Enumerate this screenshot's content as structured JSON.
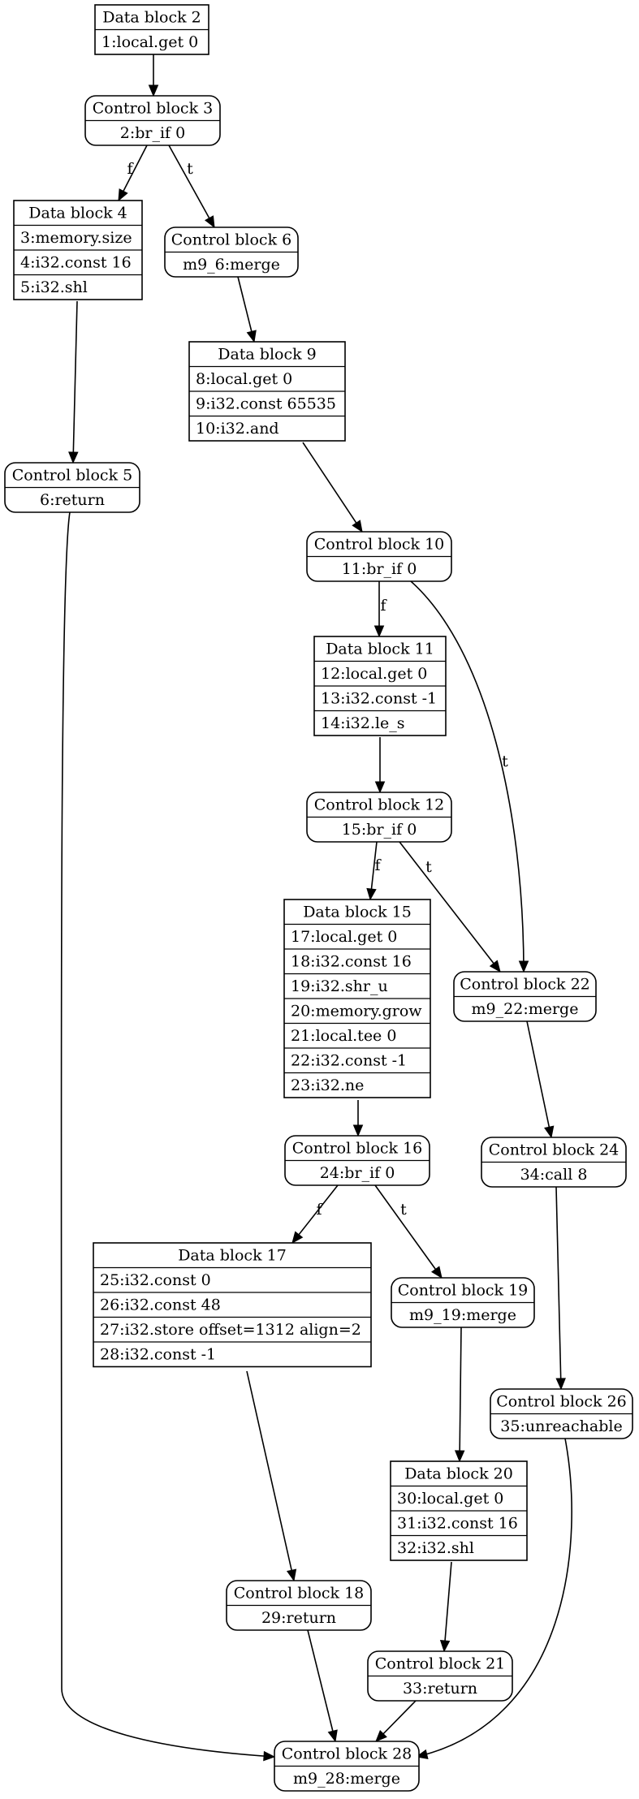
{
  "nodes": [
    {
      "id": "d2",
      "kind": "data",
      "title": "Data block 2",
      "rows": [
        "1:local.get 0"
      ]
    },
    {
      "id": "c3",
      "kind": "control",
      "title": "Control block 3",
      "rows": [
        "2:br_if 0"
      ]
    },
    {
      "id": "d4",
      "kind": "data",
      "title": "Data block 4",
      "rows": [
        "3:memory.size",
        "4:i32.const 16",
        "5:i32.shl"
      ]
    },
    {
      "id": "c6",
      "kind": "control",
      "title": "Control block 6",
      "rows": [
        "m9_6:merge"
      ]
    },
    {
      "id": "d9",
      "kind": "data",
      "title": "Data block 9",
      "rows": [
        "8:local.get 0",
        "9:i32.const 65535",
        "10:i32.and"
      ]
    },
    {
      "id": "c5",
      "kind": "control",
      "title": "Control block 5",
      "rows": [
        "6:return"
      ]
    },
    {
      "id": "c10",
      "kind": "control",
      "title": "Control block 10",
      "rows": [
        "11:br_if 0"
      ]
    },
    {
      "id": "d11",
      "kind": "data",
      "title": "Data block 11",
      "rows": [
        "12:local.get 0",
        "13:i32.const -1",
        "14:i32.le_s"
      ]
    },
    {
      "id": "c12",
      "kind": "control",
      "title": "Control block 12",
      "rows": [
        "15:br_if 0"
      ]
    },
    {
      "id": "d15",
      "kind": "data",
      "title": "Data block 15",
      "rows": [
        "17:local.get 0",
        "18:i32.const 16",
        "19:i32.shr_u",
        "20:memory.grow",
        "21:local.tee 0",
        "22:i32.const -1",
        "23:i32.ne"
      ]
    },
    {
      "id": "c22",
      "kind": "control",
      "title": "Control block 22",
      "rows": [
        "m9_22:merge"
      ]
    },
    {
      "id": "c16",
      "kind": "control",
      "title": "Control block 16",
      "rows": [
        "24:br_if 0"
      ]
    },
    {
      "id": "c24",
      "kind": "control",
      "title": "Control block 24",
      "rows": [
        "34:call 8"
      ]
    },
    {
      "id": "d17",
      "kind": "data",
      "title": "Data block 17",
      "rows": [
        "25:i32.const 0",
        "26:i32.const 48",
        "27:i32.store offset=1312 align=2",
        "28:i32.const -1"
      ]
    },
    {
      "id": "c19",
      "kind": "control",
      "title": "Control block 19",
      "rows": [
        "m9_19:merge"
      ]
    },
    {
      "id": "c26",
      "kind": "control",
      "title": "Control block 26",
      "rows": [
        "35:unreachable"
      ]
    },
    {
      "id": "d20",
      "kind": "data",
      "title": "Data block 20",
      "rows": [
        "30:local.get 0",
        "31:i32.const 16",
        "32:i32.shl"
      ]
    },
    {
      "id": "c18",
      "kind": "control",
      "title": "Control block 18",
      "rows": [
        "29:return"
      ]
    },
    {
      "id": "c21",
      "kind": "control",
      "title": "Control block 21",
      "rows": [
        "33:return"
      ]
    },
    {
      "id": "c28",
      "kind": "control",
      "title": "Control block 28",
      "rows": [
        "m9_28:merge"
      ]
    }
  ],
  "edges": [
    {
      "from": "d2",
      "to": "c3",
      "label": ""
    },
    {
      "from": "c3",
      "to": "d4",
      "label": "f"
    },
    {
      "from": "c3",
      "to": "c6",
      "label": "t"
    },
    {
      "from": "d4",
      "to": "c5",
      "label": ""
    },
    {
      "from": "c6",
      "to": "d9",
      "label": ""
    },
    {
      "from": "d9",
      "to": "c10",
      "label": ""
    },
    {
      "from": "c5",
      "to": "c28",
      "label": ""
    },
    {
      "from": "c10",
      "to": "d11",
      "label": "f"
    },
    {
      "from": "c10",
      "to": "c22",
      "label": "t"
    },
    {
      "from": "d11",
      "to": "c12",
      "label": ""
    },
    {
      "from": "c12",
      "to": "d15",
      "label": "f"
    },
    {
      "from": "c12",
      "to": "c22",
      "label": "t"
    },
    {
      "from": "d15",
      "to": "c16",
      "label": ""
    },
    {
      "from": "c22",
      "to": "c24",
      "label": ""
    },
    {
      "from": "c16",
      "to": "d17",
      "label": "f"
    },
    {
      "from": "c16",
      "to": "c19",
      "label": "t"
    },
    {
      "from": "c24",
      "to": "c26",
      "label": ""
    },
    {
      "from": "c19",
      "to": "d20",
      "label": ""
    },
    {
      "from": "d17",
      "to": "c18",
      "label": ""
    },
    {
      "from": "d20",
      "to": "c21",
      "label": ""
    },
    {
      "from": "c18",
      "to": "c28",
      "label": ""
    },
    {
      "from": "c21",
      "to": "c28",
      "label": ""
    },
    {
      "from": "c26",
      "to": "c28",
      "label": ""
    }
  ]
}
